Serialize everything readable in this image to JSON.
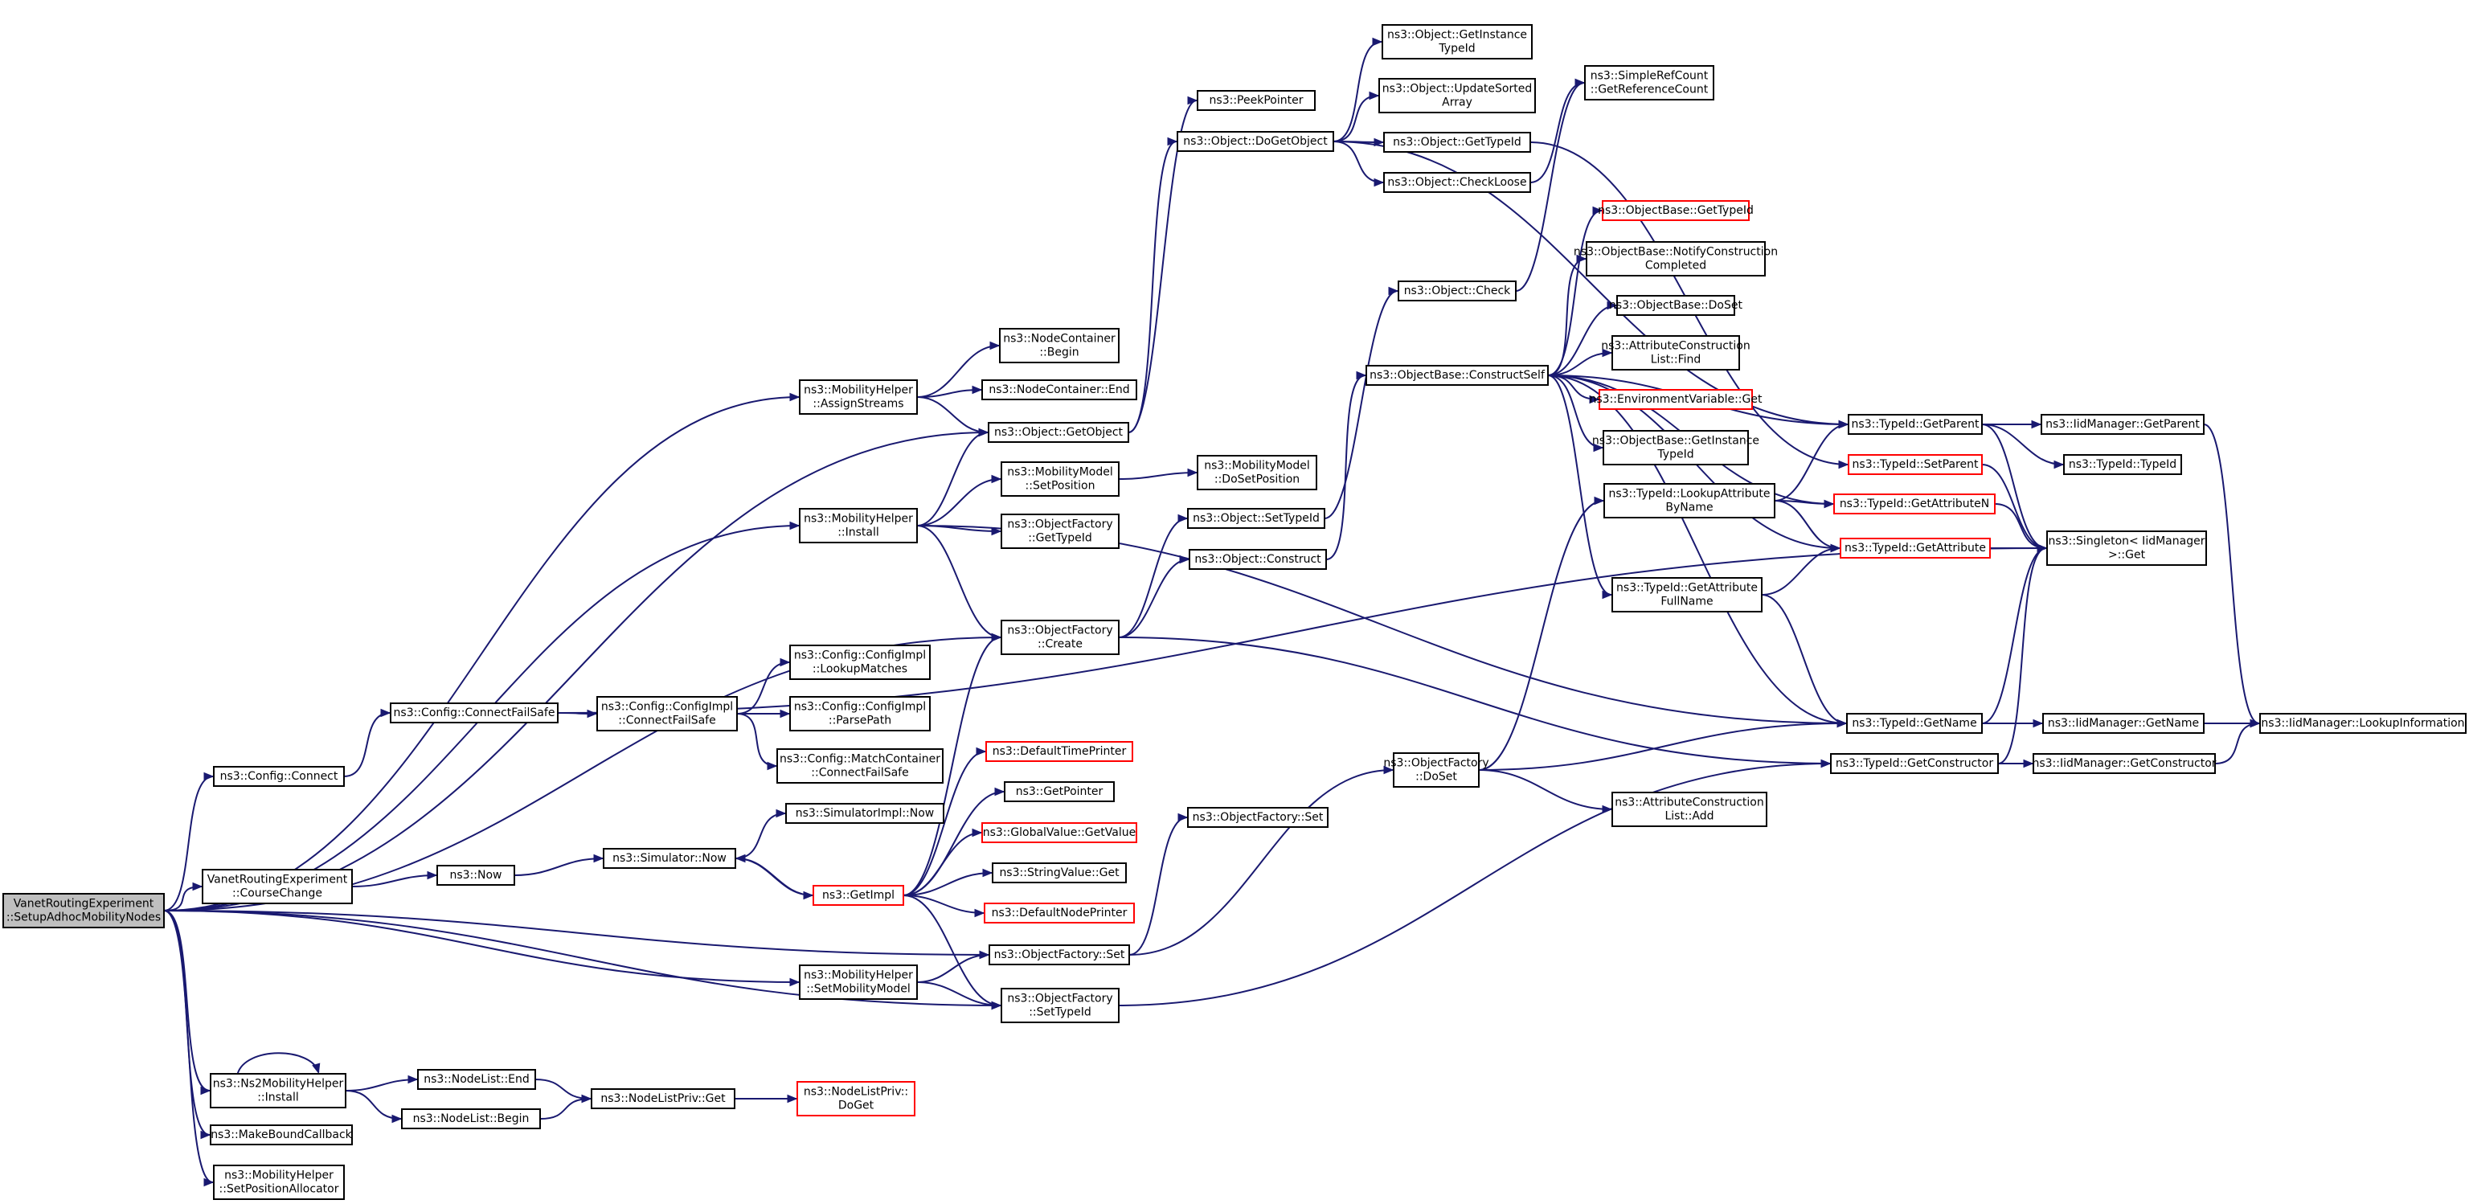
{
  "colors": {
    "edge": "#191970",
    "node_border": "#000000",
    "node_border_incomplete": "#ff0000",
    "root_fill": "#bfbfbf"
  },
  "nodes": {
    "root": [
      "VanetRoutingExperiment",
      "::SetupAdhocMobilityNodes"
    ],
    "assignstreams": [
      "ns3::MobilityHelper",
      "::AssignStreams"
    ],
    "install": [
      "ns3::MobilityHelper",
      "::Install"
    ],
    "objfactcreate": [
      "ns3::ObjectFactory",
      "::Create"
    ],
    "configconnect": [
      "ns3::Config::Connect"
    ],
    "connectfailsafe": [
      "ns3::Config::ConnectFailSafe"
    ],
    "configimplcfs": [
      "ns3::Config::ConfigImpl",
      "::ConnectFailSafe"
    ],
    "lookupmatches": [
      "ns3::Config::ConfigImpl",
      "::LookupMatches"
    ],
    "parsepath": [
      "ns3::Config::ConfigImpl",
      "::ParsePath"
    ],
    "matchcontainer": [
      "ns3::Config::MatchContainer",
      "::ConnectFailSafe"
    ],
    "coursechange": [
      "VanetRoutingExperiment",
      "::CourseChange"
    ],
    "now": [
      "ns3::Now"
    ],
    "simnow": [
      "ns3::Simulator::Now"
    ],
    "simimplnow": [
      "ns3::SimulatorImpl::Now"
    ],
    "getimpl": [
      "ns3::GetImpl"
    ],
    "objfactset": [
      "ns3::ObjectFactory::Set"
    ],
    "setmobilitymodel": [
      "ns3::MobilityHelper",
      "::SetMobilityModel"
    ],
    "objfactsettypeid": [
      "ns3::ObjectFactory",
      "::SetTypeId"
    ],
    "ns2install": [
      "ns3::Ns2MobilityHelper",
      "::Install"
    ],
    "makeboundcallback": [
      "ns3::MakeBoundCallback"
    ],
    "setposalloc": [
      "ns3::MobilityHelper",
      "::SetPositionAllocator"
    ],
    "nodelistend": [
      "ns3::NodeList::End"
    ],
    "nodelistbegin": [
      "ns3::NodeList::Begin"
    ],
    "nodelistprivget": [
      "ns3::NodeListPriv::Get"
    ],
    "nodelistprivdoget": [
      "ns3::NodeListPriv::",
      "DoGet"
    ],
    "nodecontbegin": [
      "ns3::NodeContainer",
      "::Begin"
    ],
    "nodecontend": [
      "ns3::NodeContainer::End"
    ],
    "objgetobject": [
      "ns3::Object::GetObject"
    ],
    "mmsetposition": [
      "ns3::MobilityModel",
      "::SetPosition"
    ],
    "mmdosetposition": [
      "ns3::MobilityModel",
      "::DoSetPosition"
    ],
    "objfactgettypeid": [
      "ns3::ObjectFactory",
      "::GetTypeId"
    ],
    "objsettypeid": [
      "ns3::Object::SetTypeId"
    ],
    "objconstruct": [
      "ns3::Object::Construct"
    ],
    "defaulttimeprinter": [
      "ns3::DefaultTimePrinter"
    ],
    "getpointer": [
      "ns3::GetPointer"
    ],
    "globalvalue": [
      "ns3::GlobalValue::GetValue"
    ],
    "stringvalue": [
      "ns3::StringValue::Get"
    ],
    "defaultnodeprinter": [
      "ns3::DefaultNodePrinter"
    ],
    "peekpointer": [
      "ns3::PeekPointer"
    ],
    "dogetobject": [
      "ns3::Object::DoGetObject"
    ],
    "getinstancetypeid": [
      "ns3::Object::GetInstance",
      "TypeId"
    ],
    "updatesorted": [
      "ns3::Object::UpdateSorted",
      "Array"
    ],
    "objgettypeid": [
      "ns3::Object::GetTypeId"
    ],
    "checkloose": [
      "ns3::Object::CheckLoose"
    ],
    "refcount": [
      "ns3::SimpleRefCount",
      "::GetReferenceCount"
    ],
    "objcheck": [
      "ns3::Object::Check"
    ],
    "constructself": [
      "ns3::ObjectBase::ConstructSelf"
    ],
    "obgettypeid": [
      "ns3::ObjectBase::GetTypeId"
    ],
    "notifyconstruction": [
      "ns3::ObjectBase::NotifyConstruction",
      "Completed"
    ],
    "obdoset": [
      "ns3::ObjectBase::DoSet"
    ],
    "acfind": [
      "ns3::AttributeConstruction",
      "List::Find"
    ],
    "envget": [
      "ns3::EnvironmentVariable::Get"
    ],
    "obgetinstancetypeid": [
      "ns3::ObjectBase::GetInstance",
      "TypeId"
    ],
    "lookupattrbyname": [
      "ns3::TypeId::LookupAttribute",
      "ByName"
    ],
    "getattrfullname": [
      "ns3::TypeId::GetAttribute",
      "FullName"
    ],
    "objfactdoset": [
      "ns3::ObjectFactory",
      "::DoSet"
    ],
    "aclistadd": [
      "ns3::AttributeConstruction",
      "List::Add"
    ],
    "objfactset2": [
      "ns3::ObjectFactory::Set"
    ],
    "getparent": [
      "ns3::TypeId::GetParent"
    ],
    "setparent": [
      "ns3::TypeId::SetParent"
    ],
    "getattributen": [
      "ns3::TypeId::GetAttributeN"
    ],
    "getattribute": [
      "ns3::TypeId::GetAttribute"
    ],
    "getname": [
      "ns3::TypeId::GetName"
    ],
    "getconstructor": [
      "ns3::TypeId::GetConstructor"
    ],
    "iidgetparent": [
      "ns3::IidManager::GetParent"
    ],
    "typeidtypeid": [
      "ns3::TypeId::TypeId"
    ],
    "singleton": [
      "ns3::Singleton< IidManager",
      " >::Get"
    ],
    "iidgetname": [
      "ns3::IidManager::GetName"
    ],
    "iidgetconstructor": [
      "ns3::IidManager::GetConstructor"
    ],
    "lookupinformation": [
      "ns3::IidManager::LookupInformation"
    ]
  }
}
